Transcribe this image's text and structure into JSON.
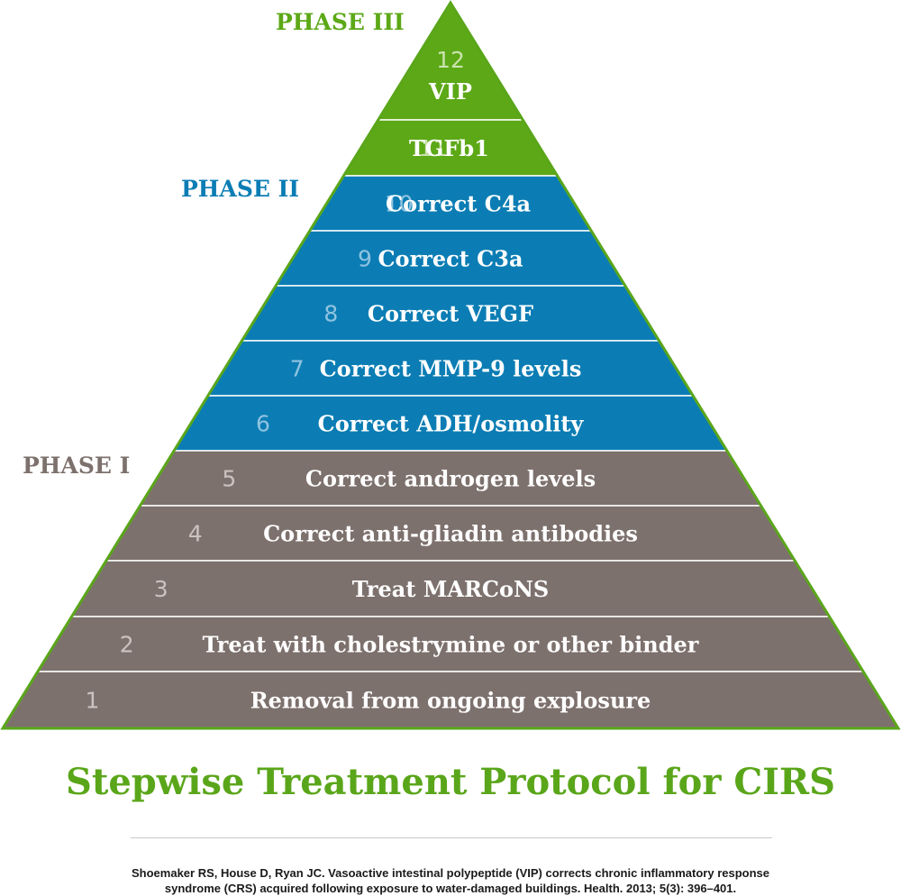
{
  "colors": {
    "phase3": "#5ca816",
    "phase2": "#0b7db4",
    "phase1": "#7d716d",
    "outline": "#5aa61a",
    "num_phase3": "#c9e3ae",
    "num_phase2": "#8fc3e0",
    "num_phase1": "#cbc3bf"
  },
  "phases": [
    {
      "id": "phase3",
      "label": "PHASE III",
      "color": "#5ca816"
    },
    {
      "id": "phase2",
      "label": "PHASE II",
      "color": "#0b7db4"
    },
    {
      "id": "phase1",
      "label": "PHASE I",
      "color": "#7d716d"
    }
  ],
  "steps": [
    {
      "number": "12",
      "label": "VIP",
      "phase": "phase3"
    },
    {
      "number": "11",
      "label": "TGFb1",
      "phase": "phase3"
    },
    {
      "number": "10",
      "label": "Correct C4a",
      "phase": "phase2"
    },
    {
      "number": "9",
      "label": "Correct C3a",
      "phase": "phase2"
    },
    {
      "number": "8",
      "label": "Correct VEGF",
      "phase": "phase2"
    },
    {
      "number": "7",
      "label": "Correct MMP-9 levels",
      "phase": "phase2"
    },
    {
      "number": "6",
      "label": "Correct ADH/osmolity",
      "phase": "phase2"
    },
    {
      "number": "5",
      "label": "Correct androgen levels",
      "phase": "phase1"
    },
    {
      "number": "4",
      "label": "Correct anti-gliadin antibodies",
      "phase": "phase1"
    },
    {
      "number": "3",
      "label": "Treat MARCoNS",
      "phase": "phase1"
    },
    {
      "number": "2",
      "label": "Treat with cholestrymine or other binder",
      "phase": "phase1"
    },
    {
      "number": "1",
      "label": "Removal from ongoing explosure",
      "phase": "phase1"
    }
  ],
  "title": "Stepwise Treatment Protocol for CIRS",
  "citation": {
    "line1": "Shoemaker RS, House D, Ryan JC. Vasoactive intestinal polypeptide (VIP) corrects chronic inflammatory response",
    "line2": "syndrome (CRS) acquired following exposure to water-damaged buildings. Health. 2013; 5(3): 396–401."
  }
}
